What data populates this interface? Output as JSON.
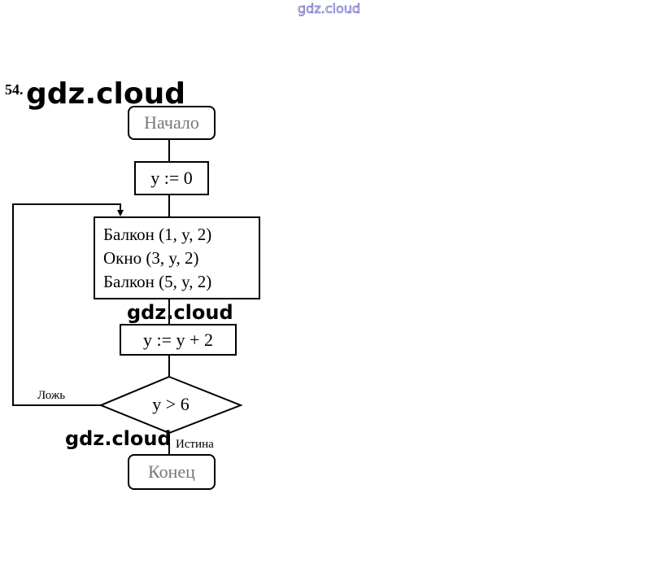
{
  "watermark_top": "gdz.cloud",
  "task_number": "54.",
  "watermarks": [
    "gdz.cloud",
    "gdz.cloud",
    "gdz.cloud"
  ],
  "flowchart": {
    "start": "Начало",
    "init": "y := 0",
    "body_lines": [
      "Балкон (1, y, 2)",
      "Окно (3, y, 2)",
      "Балкон (5, y, 2)"
    ],
    "increment": "y := y + 2",
    "condition": "y > 6",
    "false_label": "Ложь",
    "true_label": "Истина",
    "end": "Конец"
  }
}
